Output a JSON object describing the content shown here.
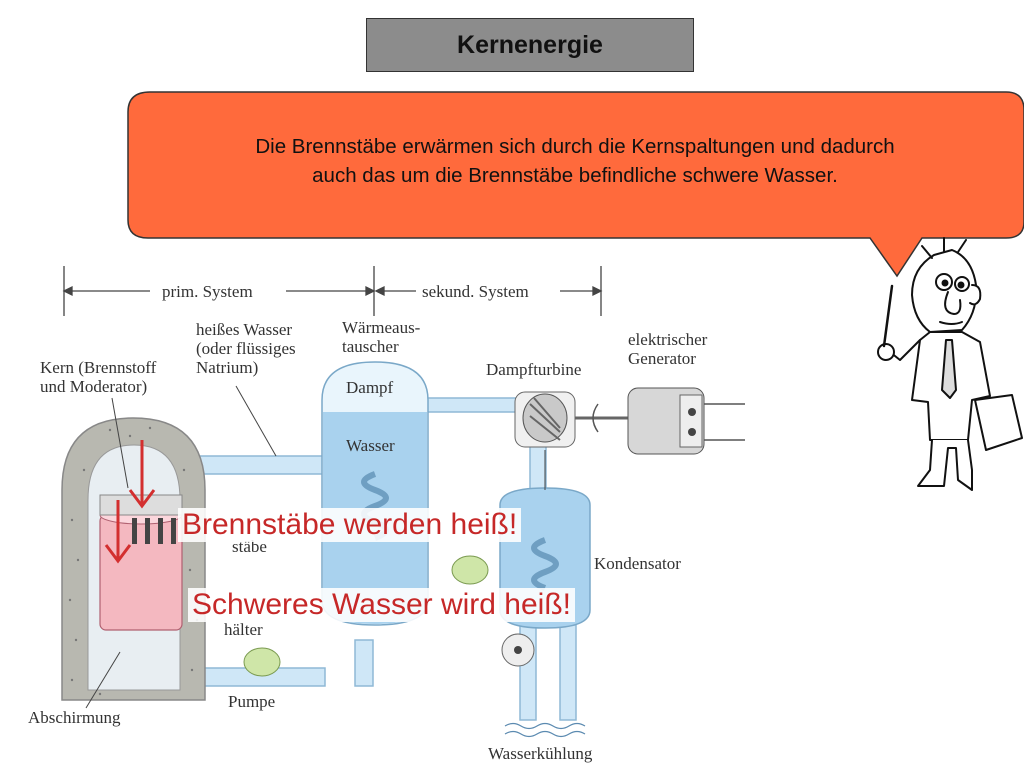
{
  "title": "Kernenergie",
  "bubble": {
    "line1": "Die Brennstäbe erwärmen sich durch die Kernspaltungen und dadurch",
    "line2": "auch das um die Brennstäbe befindliche schwere Wasser.",
    "color": "#ff6a3c"
  },
  "diagram": {
    "primary_system": "prim. System",
    "secondary_system": "sekund. System",
    "hot_water": [
      "heißes Wasser",
      "(oder flüssiges",
      "Natrium)"
    ],
    "heat_exchanger": [
      "Wärmeaus-",
      "tauscher"
    ],
    "steam_turbine": "Dampfturbine",
    "generator": [
      "elektrischer",
      "Generator"
    ],
    "core": [
      "Kern (Brennstoff",
      "und Moderator)"
    ],
    "steam": "Dampf",
    "water": "Wasser",
    "rods_fragment": "stäbe",
    "container_fragment": "hälter",
    "condenser": "Kondensator",
    "pump": "Pumpe",
    "shielding": "Abschirmung",
    "water_cooling": "Wasserkühlung",
    "water_color": "#a9d2ee",
    "pipe_color": "#bfe0f5"
  },
  "callouts": {
    "rods_hot": "Brennstäbe werden heiß!",
    "water_hot": "Schweres Wasser wird heiß!",
    "color": "#c62828"
  }
}
